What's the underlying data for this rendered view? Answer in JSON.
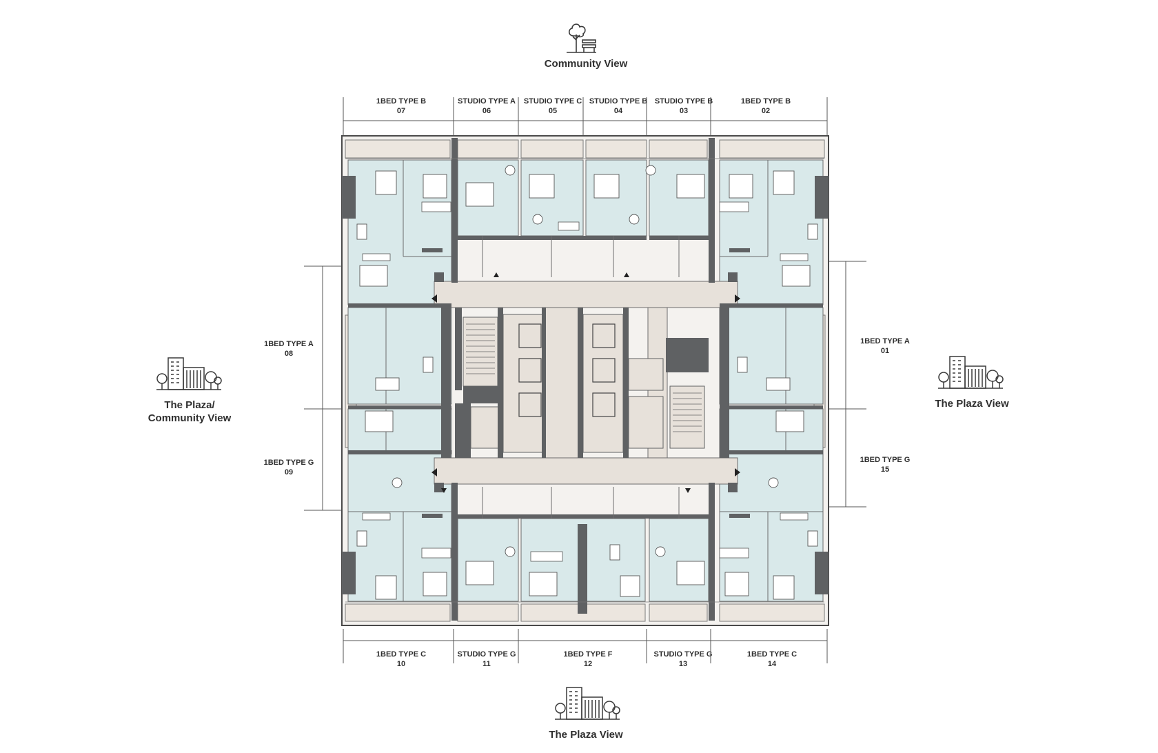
{
  "views": {
    "top": "Community View",
    "left_line1": "The Plaza/",
    "left_line2": "Community View",
    "right": "The Plaza View",
    "bottom": "The Plaza View"
  },
  "units_top": [
    {
      "type": "1BED TYPE B",
      "num": "07"
    },
    {
      "type": "STUDIO TYPE A",
      "num": "06"
    },
    {
      "type": "STUDIO TYPE C",
      "num": "05"
    },
    {
      "type": "STUDIO TYPE B",
      "num": "04"
    },
    {
      "type": "STUDIO TYPE B",
      "num": "03"
    },
    {
      "type": "1BED TYPE B",
      "num": "02"
    }
  ],
  "units_bottom": [
    {
      "type": "1BED TYPE C",
      "num": "10"
    },
    {
      "type": "STUDIO TYPE G",
      "num": "11"
    },
    {
      "type": "1BED TYPE F",
      "num": "12"
    },
    {
      "type": "STUDIO TYPE G",
      "num": "13"
    },
    {
      "type": "1BED TYPE C",
      "num": "14"
    }
  ],
  "units_left": [
    {
      "type": "1BED TYPE A",
      "num": "08"
    },
    {
      "type": "1BED TYPE G",
      "num": "09"
    }
  ],
  "units_right": [
    {
      "type": "1BED TYPE A",
      "num": "01"
    },
    {
      "type": "1BED TYPE G",
      "num": "15"
    }
  ],
  "icons": {
    "top": "tree-bench-icon",
    "left": "city-buildings-icon",
    "right": "city-buildings-icon",
    "bottom": "city-buildings-icon"
  },
  "colors": {
    "apartment_fill": "#d9e9ea",
    "balcony_fill": "#ece6df",
    "corridor_fill": "#e7e1da",
    "wall": "#5f6163",
    "line": "#3a3a3a"
  }
}
